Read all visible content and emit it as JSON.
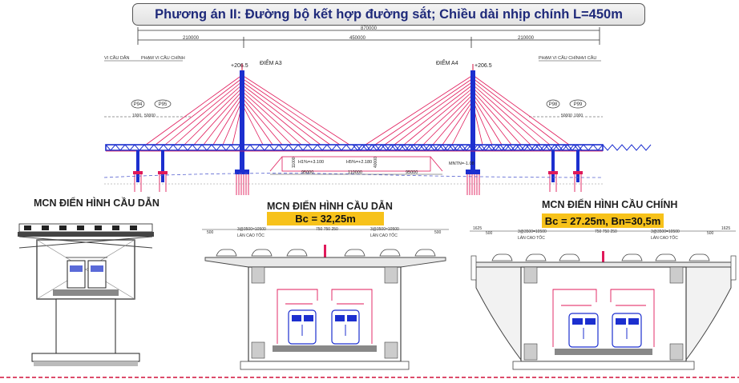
{
  "title": "Phương án II: Đường bộ kết hợp đường sắt; Chiều dài nhịp chính L=450m",
  "elevation": {
    "dim_total": "870000",
    "dim_side_left": "210000",
    "dim_main": "450000",
    "dim_side_right": "210000",
    "pylon_left_name": "ĐIỂM A3",
    "pylon_right_name": "ĐIỂM A4",
    "pylon_left_height": "+206.5",
    "pylon_right_height": "+206.5",
    "scope_left_a": "VI CẦU DẪN",
    "scope_left_b": "PHẠM VI CẦU CHÍNH",
    "scope_right_a": "PHẠM VI CẦU CHÍNH",
    "scope_right_b": "VI CẦU",
    "pier_p94": "P94",
    "pier_p95": "P95",
    "pier_p98": "P98",
    "pier_p99": "P99",
    "span_left_1": "1000",
    "span_left_2": "50000",
    "span_right_1": "50000",
    "span_right_2": "1000",
    "water_h1": "H1%=+3.100",
    "water_h5": "H5%=+2.180",
    "water_mnn": "MNTN=-1.08",
    "clear_v1": "11000",
    "clear_v2": "40000",
    "nav_1": "95000",
    "nav_2": "110000",
    "nav_3": "95000"
  },
  "section_left": {
    "label": "MCN ĐIỂN HÌNH CẦU DẪN"
  },
  "section_mid": {
    "label": "MCN ĐIỂN HÌNH CẦU DẪN",
    "bc": "Bc = 32,25m",
    "dim_a": "500",
    "dim_b": "3@3500=10500",
    "dim_c": "750 750 250",
    "dim_d": "3@3500=10500",
    "dim_e": "500",
    "lane_left": "LÀN CAO TỐC",
    "lane_right": "LÀN CAO TỐC"
  },
  "section_right": {
    "label": "MCN ĐIỂN HÌNH CẦU CHÍNH",
    "bc": "Bc = 27.25m, Bn=30,5m",
    "dim_a": "1625",
    "dim_b": "500",
    "dim_c": "3@3500=10500",
    "dim_d": "750 750 250",
    "dim_e": "3@3500=10500",
    "dim_f": "500",
    "dim_g": "1625",
    "lane_left": "LÀN CAO TỐC",
    "lane_right": "LÀN CAO TỐC"
  }
}
